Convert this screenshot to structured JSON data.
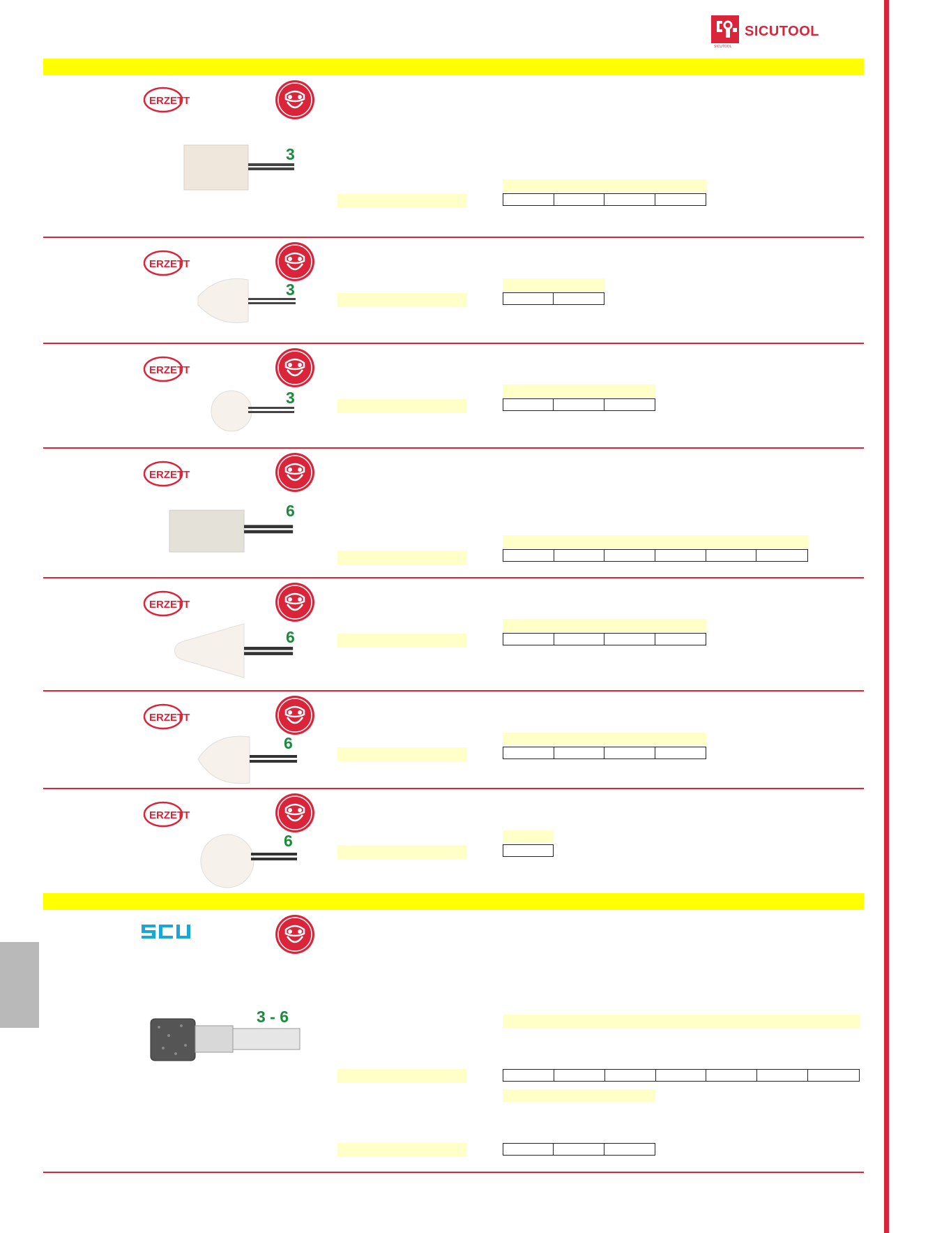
{
  "header": {
    "logo_text": "SICUTOOL",
    "logo_subtext": "SICUTOOL"
  },
  "colors": {
    "accent_red": "#d9243a",
    "band_yellow": "#ffff00",
    "cell_yellow": "#ffffc8",
    "shank_green": "#1a8a3c",
    "scu_blue": "#1aa6d9"
  },
  "icons": {
    "safety": "safety-goggles-icon",
    "brand_erzett": "erzett-logo",
    "brand_scu": "scu-logo"
  },
  "products": [
    {
      "shank": "3",
      "brand": "ERZETT",
      "shape": "cylinder"
    },
    {
      "shank": "3",
      "brand": "ERZETT",
      "shape": "bullet"
    },
    {
      "shank": "3",
      "brand": "ERZETT",
      "shape": "ball"
    },
    {
      "shank": "6",
      "brand": "ERZETT",
      "shape": "cylinder"
    },
    {
      "shank": "6",
      "brand": "ERZETT",
      "shape": "cone"
    },
    {
      "shank": "6",
      "brand": "ERZETT",
      "shape": "bullet"
    },
    {
      "shank": "6",
      "brand": "ERZETT",
      "shape": "ball"
    },
    {
      "shank": "3 - 6",
      "brand": "SCU",
      "shape": "diamond-cylinder"
    }
  ],
  "brands": {
    "erzett": "ERZETT",
    "scu": "SCU"
  }
}
